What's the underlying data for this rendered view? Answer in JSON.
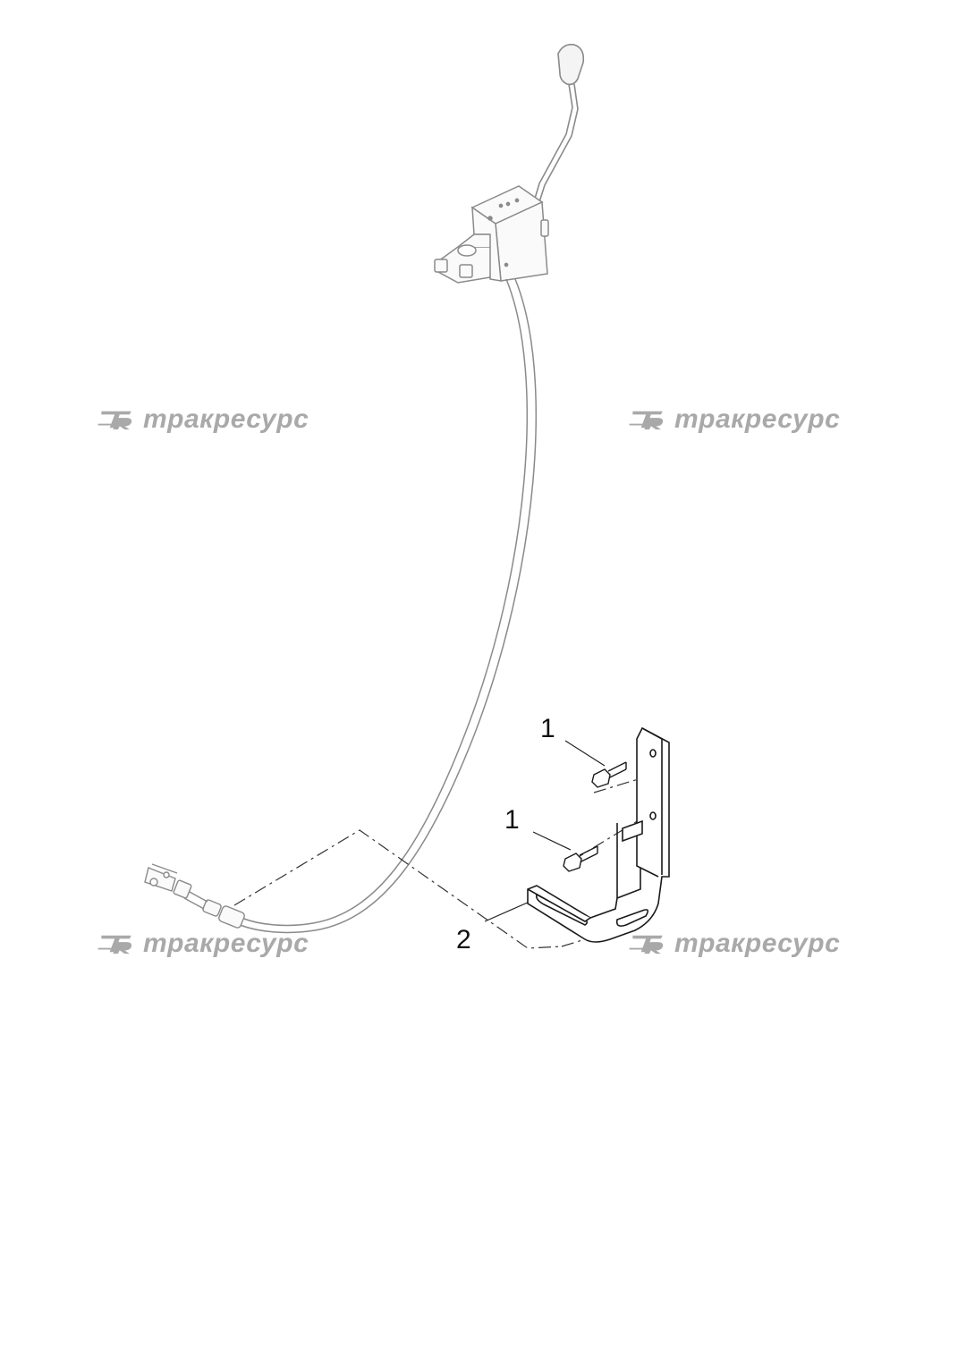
{
  "watermark": {
    "logo": "TR-logo",
    "text": "тракресурс"
  },
  "callouts": {
    "upper_bolt": "1",
    "lower_bolt": "1",
    "bracket": "2"
  },
  "colors": {
    "cable_line": "#8a8a8a",
    "bracket_line": "#1a1a1a",
    "watermark": "#9b9b9b"
  }
}
